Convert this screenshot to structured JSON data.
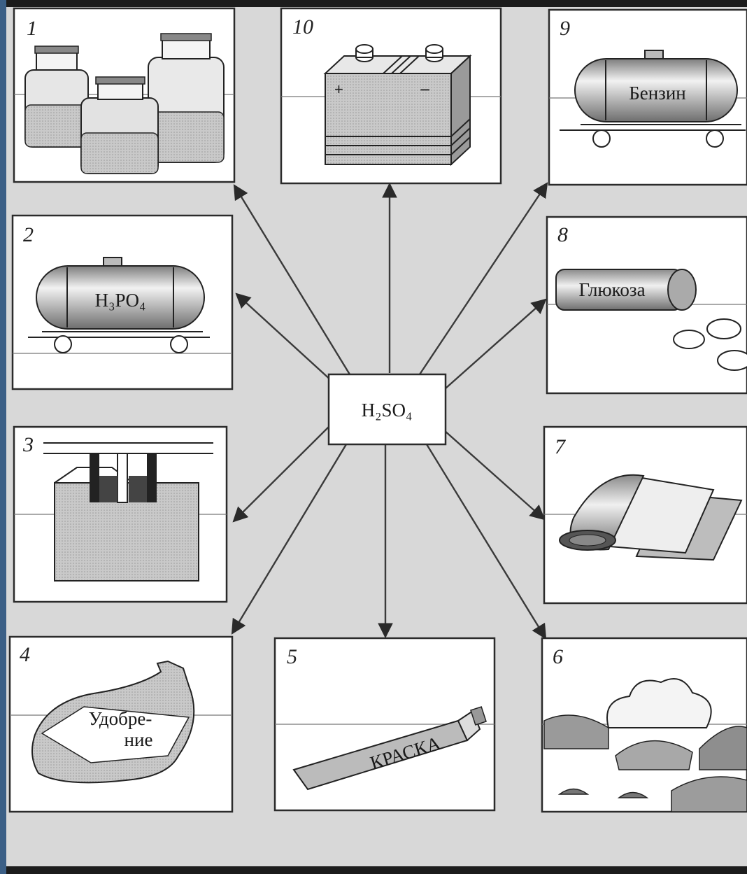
{
  "center": {
    "formula": "H₂SO₄"
  },
  "panels": [
    {
      "number": "1",
      "label": ""
    },
    {
      "number": "2",
      "label": "H₃PO₄"
    },
    {
      "number": "3",
      "label": ""
    },
    {
      "number": "4",
      "label_line1": "Удобре-",
      "label_line2": "ние"
    },
    {
      "number": "5",
      "label": "КРАСКА"
    },
    {
      "number": "6",
      "label": ""
    },
    {
      "number": "7",
      "label": ""
    },
    {
      "number": "8",
      "label": "Глюкоза"
    },
    {
      "number": "9",
      "label": "Бензин"
    },
    {
      "number": "10",
      "label": ""
    }
  ],
  "colors": {
    "background": "#1c1c1c",
    "left_edge_accent": "#3b5f86",
    "panel_fill": "#ffffff",
    "shade": "#bdbdbd",
    "ink": "#222222"
  }
}
